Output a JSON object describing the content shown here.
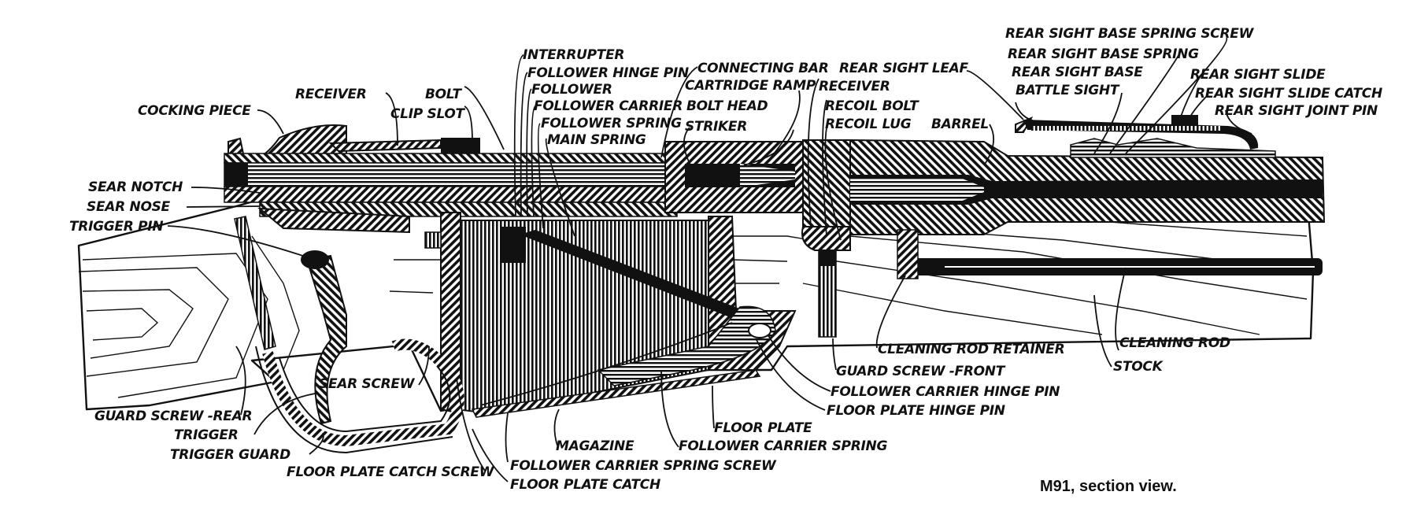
{
  "caption": "M91, section view.",
  "colors": {
    "ink": "#111111",
    "paper": "#ffffff"
  },
  "labels": {
    "cocking_piece": "COCKING PIECE",
    "receiver_rear": "RECEIVER",
    "bolt": "BOLT",
    "clip_slot": "CLIP SLOT",
    "sear_notch": "SEAR NOTCH",
    "sear_nose": "SEAR NOSE",
    "trigger_pin": "TRIGGER PIN",
    "interrupter": "INTERRUPTER",
    "follower_hinge_pin": "FOLLOWER HINGE PIN",
    "follower": "FOLLOWER",
    "follower_carrier": "FOLLOWER CARRIER",
    "follower_spring": "FOLLOWER SPRING",
    "main_spring": "MAIN SPRING",
    "connecting_bar": "CONNECTING BAR",
    "cartridge_ramp": "CARTRIDGE RAMP",
    "bolt_head": "BOLT HEAD",
    "striker": "STRIKER",
    "rear_sight_leaf": "REAR SIGHT LEAF",
    "receiver_front": "RECEIVER",
    "recoil_bolt": "RECOIL BOLT",
    "recoil_lug": "RECOIL LUG",
    "barrel": "BARREL",
    "rear_sight_base_spring_screw": "REAR SIGHT BASE SPRING SCREW",
    "rear_sight_base_spring": "REAR SIGHT BASE SPRING",
    "rear_sight_base": "REAR SIGHT BASE",
    "battle_sight": "BATTLE SIGHT",
    "rear_sight_slide": "REAR SIGHT SLIDE",
    "rear_sight_slide_catch": "REAR SIGHT SLIDE CATCH",
    "rear_sight_joint_pin": "REAR SIGHT JOINT PIN",
    "sear_screw": "SEAR SCREW",
    "guard_screw_rear": "GUARD SCREW -REAR",
    "trigger": "TRIGGER",
    "trigger_guard": "TRIGGER GUARD",
    "floor_plate_catch_screw": "FLOOR PLATE CATCH SCREW",
    "floor_plate_catch": "FLOOR PLATE CATCH",
    "follower_carrier_spring_screw": "FOLLOWER CARRIER SPRING SCREW",
    "magazine": "MAGAZINE",
    "follower_carrier_spring": "FOLLOWER CARRIER SPRING",
    "floor_plate": "FLOOR PLATE",
    "floor_plate_hinge_pin": "FLOOR PLATE HINGE PIN",
    "follower_carrier_hinge_pin": "FOLLOWER CARRIER HINGE PIN",
    "guard_screw_front": "GUARD SCREW -FRONT",
    "cleaning_rod_retainer": "CLEANING ROD RETAINER",
    "cleaning_rod": "CLEANING ROD",
    "stock": "STOCK"
  }
}
